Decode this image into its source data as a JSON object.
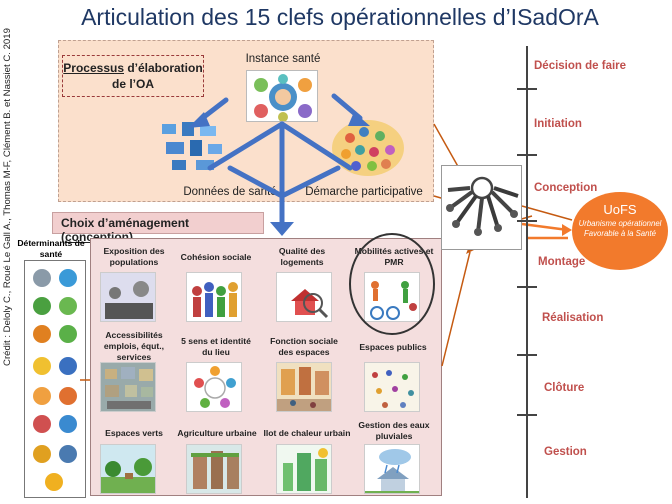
{
  "title": "Articulation des 15 clefs opérationnelles d’ISadOrA",
  "credit": "Crédit : Deloly C., Roué Le Gall A., Thomas M-F, Clément B. et Nassiet C. 2019",
  "process": {
    "label_underlined": "Processus",
    "label_rest": " d’élaboration de l’OA",
    "instance": "Instance santé",
    "donnees": "Données de santé",
    "demarche": "Démarche participative"
  },
  "choix": {
    "label_bold": "Choix d’aménagement (",
    "label_underlined": "conception",
    "label_end": ")"
  },
  "determinants": "Déterminants de santé",
  "grid": [
    {
      "label": "Exposition des populations"
    },
    {
      "label": "Cohésion sociale"
    },
    {
      "label": "Qualité des logements"
    },
    {
      "label": "Mobilités actives et PMR"
    },
    {
      "label": "Accessibilités emplois, équt., services"
    },
    {
      "label": "5 sens et identité du lieu"
    },
    {
      "label": "Fonction sociale des espaces"
    },
    {
      "label": "Espaces publics"
    },
    {
      "label": "Espaces verts"
    },
    {
      "label": "Agriculture urbaine"
    },
    {
      "label": "Ilot de chaleur urbain"
    },
    {
      "label": "Gestion des eaux pluviales"
    }
  ],
  "timeline": [
    {
      "label": "Décision de faire"
    },
    {
      "label": "Initiation"
    },
    {
      "label": "Conception"
    },
    {
      "label": "Montage"
    },
    {
      "label": "Réalisation"
    },
    {
      "label": "Clôture"
    },
    {
      "label": "Gestion"
    }
  ],
  "uofs": {
    "title": "UoFS",
    "subtitle": "Urbanisme opérationnel Favorable à la Santé"
  },
  "colors": {
    "title": "#1f3864",
    "timeline_label": "#c0504d",
    "uofs": "#f27a2c",
    "arrow_blue": "#4472c4",
    "arrow_brown": "#c55a11"
  },
  "determinant_icons": [
    "factory-icon",
    "water-drop-icon",
    "tree-icon",
    "leaf-icon",
    "warning-icon",
    "noise-icon",
    "sun-icon",
    "thermometer-icon",
    "cow-icon",
    "fruit-icon",
    "meal-icon",
    "home-icon",
    "coin-icon",
    "money-icon",
    "coin-icon"
  ]
}
